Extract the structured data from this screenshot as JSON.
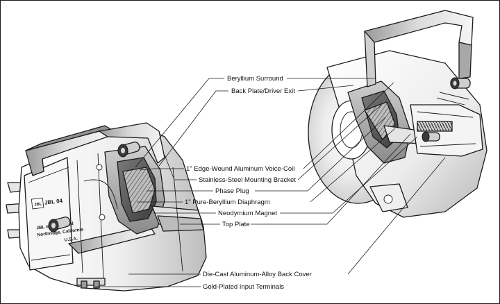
{
  "callouts": [
    {
      "id": "beryllium-surround",
      "text": "Beryllium Surround"
    },
    {
      "id": "back-plate-driver-exit",
      "text": "Back Plate/Driver Exit"
    },
    {
      "id": "voice-coil",
      "text": "1\" Edge-Wound Aluminum Voice-Coil"
    },
    {
      "id": "mounting-bracket",
      "text": "Stainless-Steel Mounting Bracket"
    },
    {
      "id": "phase-plug",
      "text": "Phase Plug"
    },
    {
      "id": "diaphragm",
      "text": "1\" Pure-Beryllium Diaphragm"
    },
    {
      "id": "neodymium-magnet",
      "text": "Neodymium Magnet"
    },
    {
      "id": "top-plate",
      "text": "Top Plate"
    },
    {
      "id": "back-cover",
      "text": "Die-Cast Aluminum-Alloy Back Cover"
    },
    {
      "id": "input-terminals",
      "text": "Gold-Plated Input Terminals"
    }
  ],
  "imprint": {
    "model": "JBL 04",
    "line1": "JBL Incorporated",
    "line2": "Northridge, California",
    "line3": "U.S.A."
  },
  "colors": {
    "outline": "#1a1a1a",
    "shade_light": "#f2f2f2",
    "shade_mid": "#d6d6d6",
    "shade_dark": "#9a9a9a",
    "shade_deep": "#5a5a5a"
  }
}
